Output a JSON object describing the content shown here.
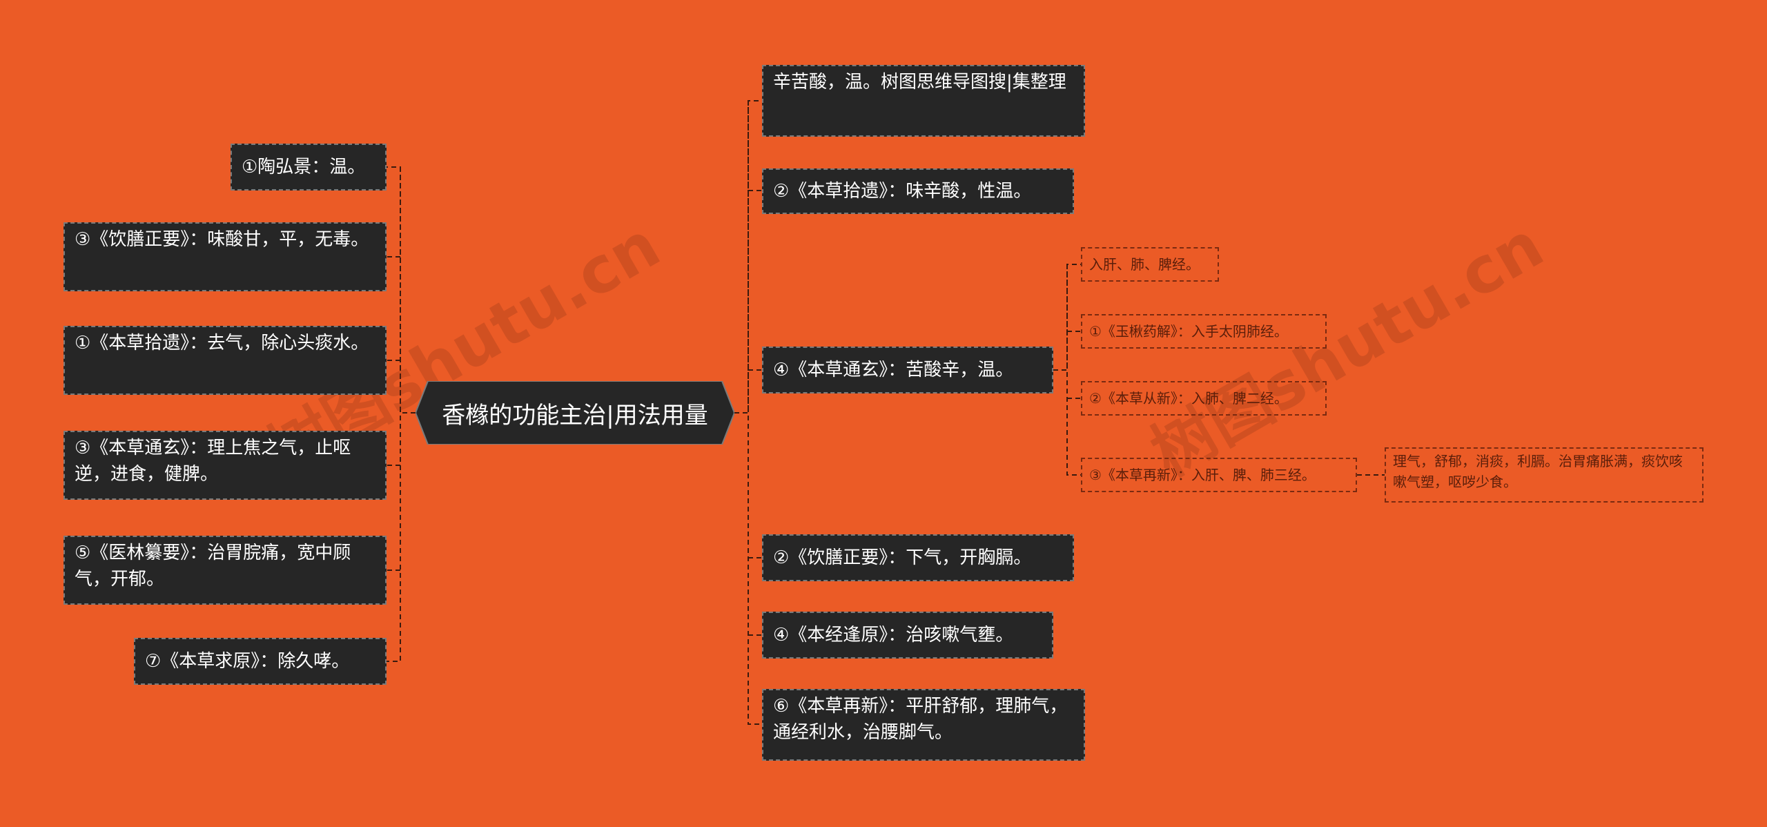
{
  "root": {
    "label": "香橼的功能主治|用法用量"
  },
  "left_nodes": [
    {
      "label": "①陶弘景：温。"
    },
    {
      "label": "③《饮膳正要》：味酸甘，平，无毒。"
    },
    {
      "label": "①《本草拾遗》：去气，除心头痰水。"
    },
    {
      "label": "③《本草通玄》：理上焦之气，止呕逆，进食，健脾。"
    },
    {
      "label": "⑤《医林纂要》：治胃脘痛，宽中顾气，开郁。"
    },
    {
      "label": "⑦《本草求原》：除久哮。"
    }
  ],
  "right_nodes": [
    {
      "label": "辛苦酸，温。树图思维导图搜|集整理"
    },
    {
      "label": "②《本草拾遗》：味辛酸，性温。"
    },
    {
      "label": "④《本草通玄》：苦酸辛，温。"
    },
    {
      "label": "②《饮膳正要》：下气，开胸膈。"
    },
    {
      "label": "④《本经逢原》：治咳嗽气壅。"
    },
    {
      "label": "⑥《本草再新》：平肝舒郁，理肺气，通经利水，治腰脚气。"
    }
  ],
  "sub_nodes": [
    {
      "label": "入肝、肺、脾经。"
    },
    {
      "label": "①《玉楸药解》：入手太阴肺经。"
    },
    {
      "label": "②《本草从新》：入肺、脾二经。"
    },
    {
      "label": "③《本草再新》：入肝、脾、肺三经。"
    }
  ],
  "leaf_node": {
    "label": "理气，舒郁，消痰，利膈。治胃痛胀满，痰饮咳嗽气塑，呕哕少食。"
  },
  "watermarks": [
    "树图shutu.cn",
    "树图shutu.cn"
  ],
  "colors": {
    "background": "#eb5b26",
    "node_fill": "#262626",
    "node_text": "#ffffff",
    "connector": "#3a1a0e",
    "sub_text": "#5a1e0a"
  }
}
